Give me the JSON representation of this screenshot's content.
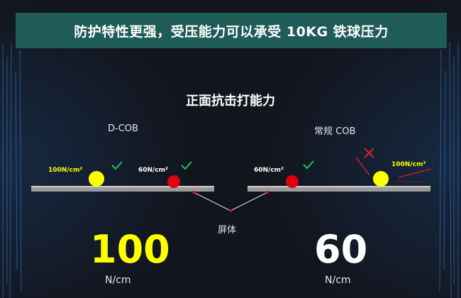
{
  "banner": {
    "title": "防护特性更强，受压能力可以承受 10KG 铁球压力"
  },
  "section": {
    "title": "正面抗击打能力"
  },
  "left_panel": {
    "label": "D-COB",
    "ball_big_label": "100N/cm²",
    "ball_small_label": "60N/cm²",
    "value": "100",
    "unit": "N/cm"
  },
  "right_panel": {
    "label": "常规 COB",
    "ball_small_label": "60N/cm²",
    "ball_big_label": "100N/cm²",
    "value": "60",
    "unit": "N/cm"
  },
  "screen_label": "屏体",
  "colors": {
    "banner_bg": "#1f5b57",
    "highlight": "#ffff00",
    "ball_red": "#e00010",
    "check_green": "#1fc05a",
    "cross_red": "#e02020",
    "panel_bar": "#9a9a9a"
  },
  "icons": {
    "pass": "check-icon",
    "fail": "cross-icon"
  }
}
